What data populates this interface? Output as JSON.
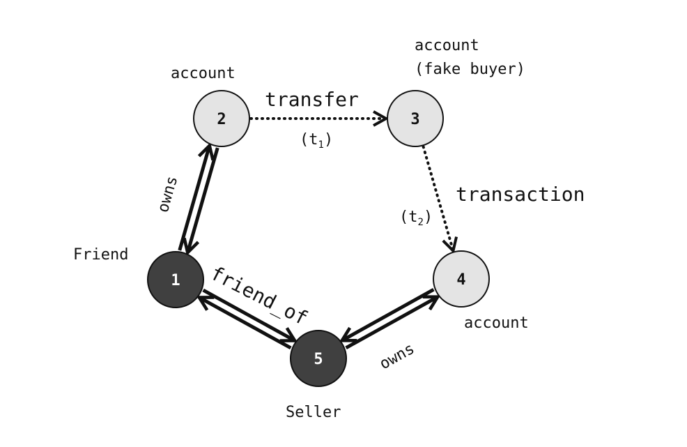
{
  "colors": {
    "light_node": "#e4e4e4",
    "dark_node": "#404040",
    "stroke": "#111111"
  },
  "nodes": [
    {
      "id": "1",
      "label": "Friend",
      "kind": "dark"
    },
    {
      "id": "2",
      "label": "account",
      "kind": "light"
    },
    {
      "id": "3",
      "label_line1": "account",
      "label_line2": "(fake buyer)",
      "kind": "light"
    },
    {
      "id": "4",
      "label": "account",
      "kind": "light"
    },
    {
      "id": "5",
      "label": "Seller",
      "kind": "dark"
    }
  ],
  "edges": {
    "e12": {
      "label": "owns"
    },
    "e23": {
      "label": "transfer",
      "time": "(t",
      "time_sub": "1",
      "time_close": ")"
    },
    "e34": {
      "label": "transaction",
      "time": "(t",
      "time_sub": "2",
      "time_close": ")"
    },
    "e15": {
      "label": "friend_of"
    },
    "e54": {
      "label": "owns"
    }
  }
}
